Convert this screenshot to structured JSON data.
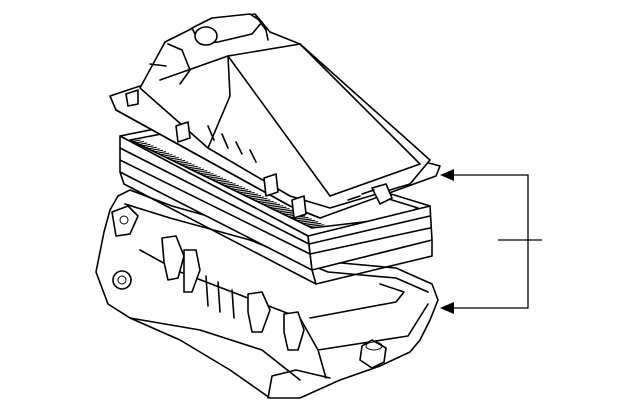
{
  "diagram": {
    "parts": [
      {
        "name": "air-cleaner-cover",
        "icon": "housing-cover-icon"
      },
      {
        "name": "air-filter-element",
        "icon": "filter-element-icon"
      },
      {
        "name": "air-cleaner-lower-housing",
        "icon": "housing-base-icon"
      }
    ],
    "callout": {
      "label_text": "",
      "targets": [
        "air-cleaner-cover",
        "air-cleaner-lower-housing"
      ]
    },
    "line_color": "#000000",
    "background": "#ffffff"
  }
}
